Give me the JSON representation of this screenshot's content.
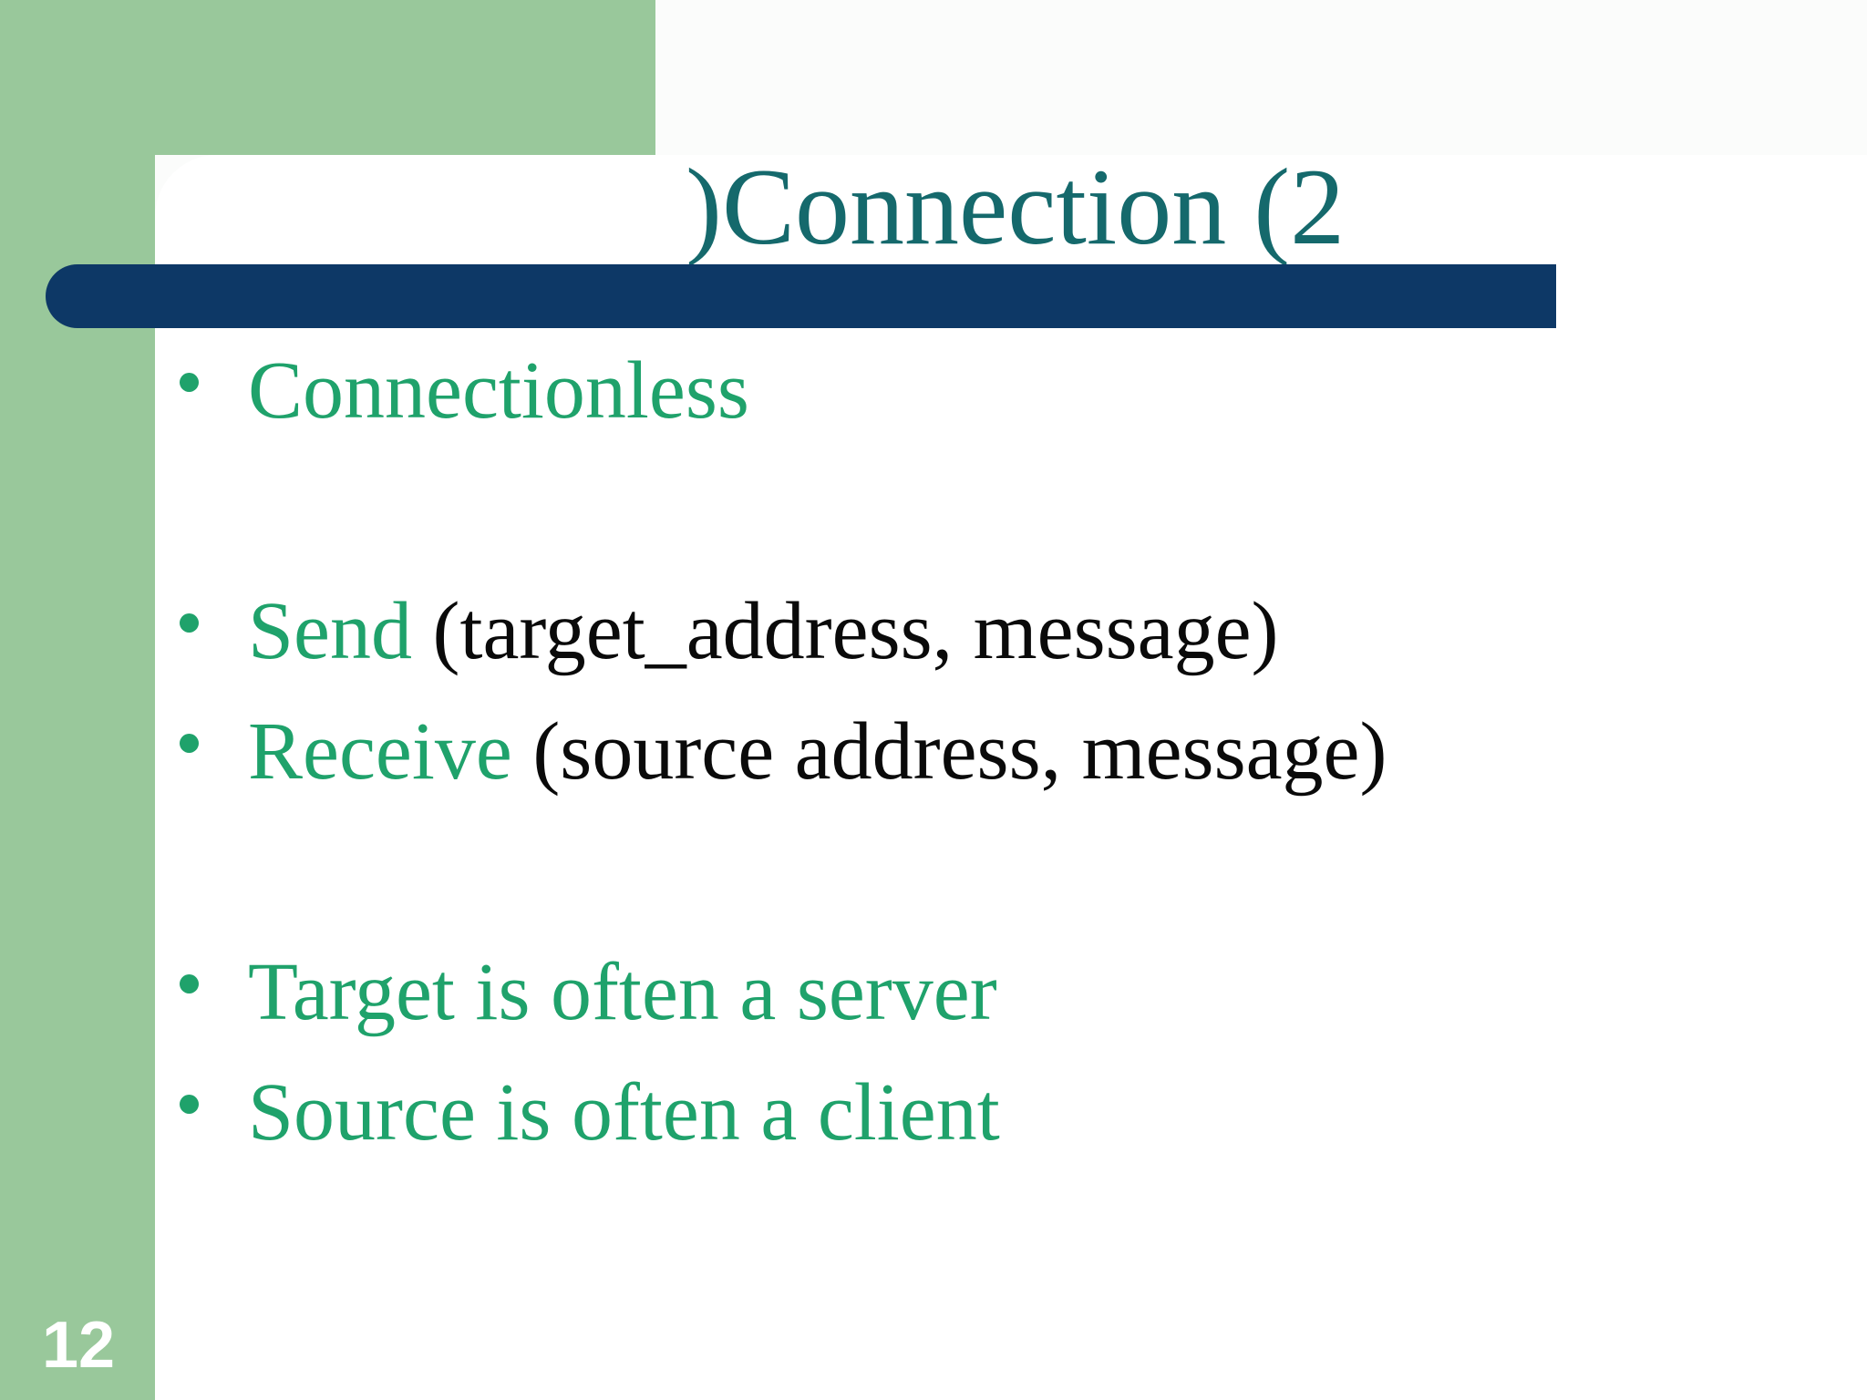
{
  "slide": {
    "title": ")Connection (2",
    "page_number": "12",
    "colors": {
      "page_bg": "#FBFCFB",
      "card_bg": "#FFFFFF",
      "accent_green": "#99C89B",
      "navy": "#0D3866",
      "title_teal": "#15696C",
      "text_green": "#1FA26B",
      "text_black": "#0A0A0A"
    },
    "bullets": [
      {
        "segments": [
          {
            "text": "Connectionless",
            "color": "green"
          }
        ]
      },
      {
        "blank": true
      },
      {
        "segments": [
          {
            "text": "Send",
            "color": "green"
          },
          {
            "text": " (target_address, message)",
            "color": "black"
          }
        ]
      },
      {
        "segments": [
          {
            "text": "Receive",
            "color": "green"
          },
          {
            "text": " (source address, message)",
            "color": "black"
          }
        ]
      },
      {
        "blank": true
      },
      {
        "segments": [
          {
            "text": "Target is often a server",
            "color": "green"
          }
        ]
      },
      {
        "segments": [
          {
            "text": "Source is often a client",
            "color": "green"
          }
        ]
      }
    ]
  }
}
